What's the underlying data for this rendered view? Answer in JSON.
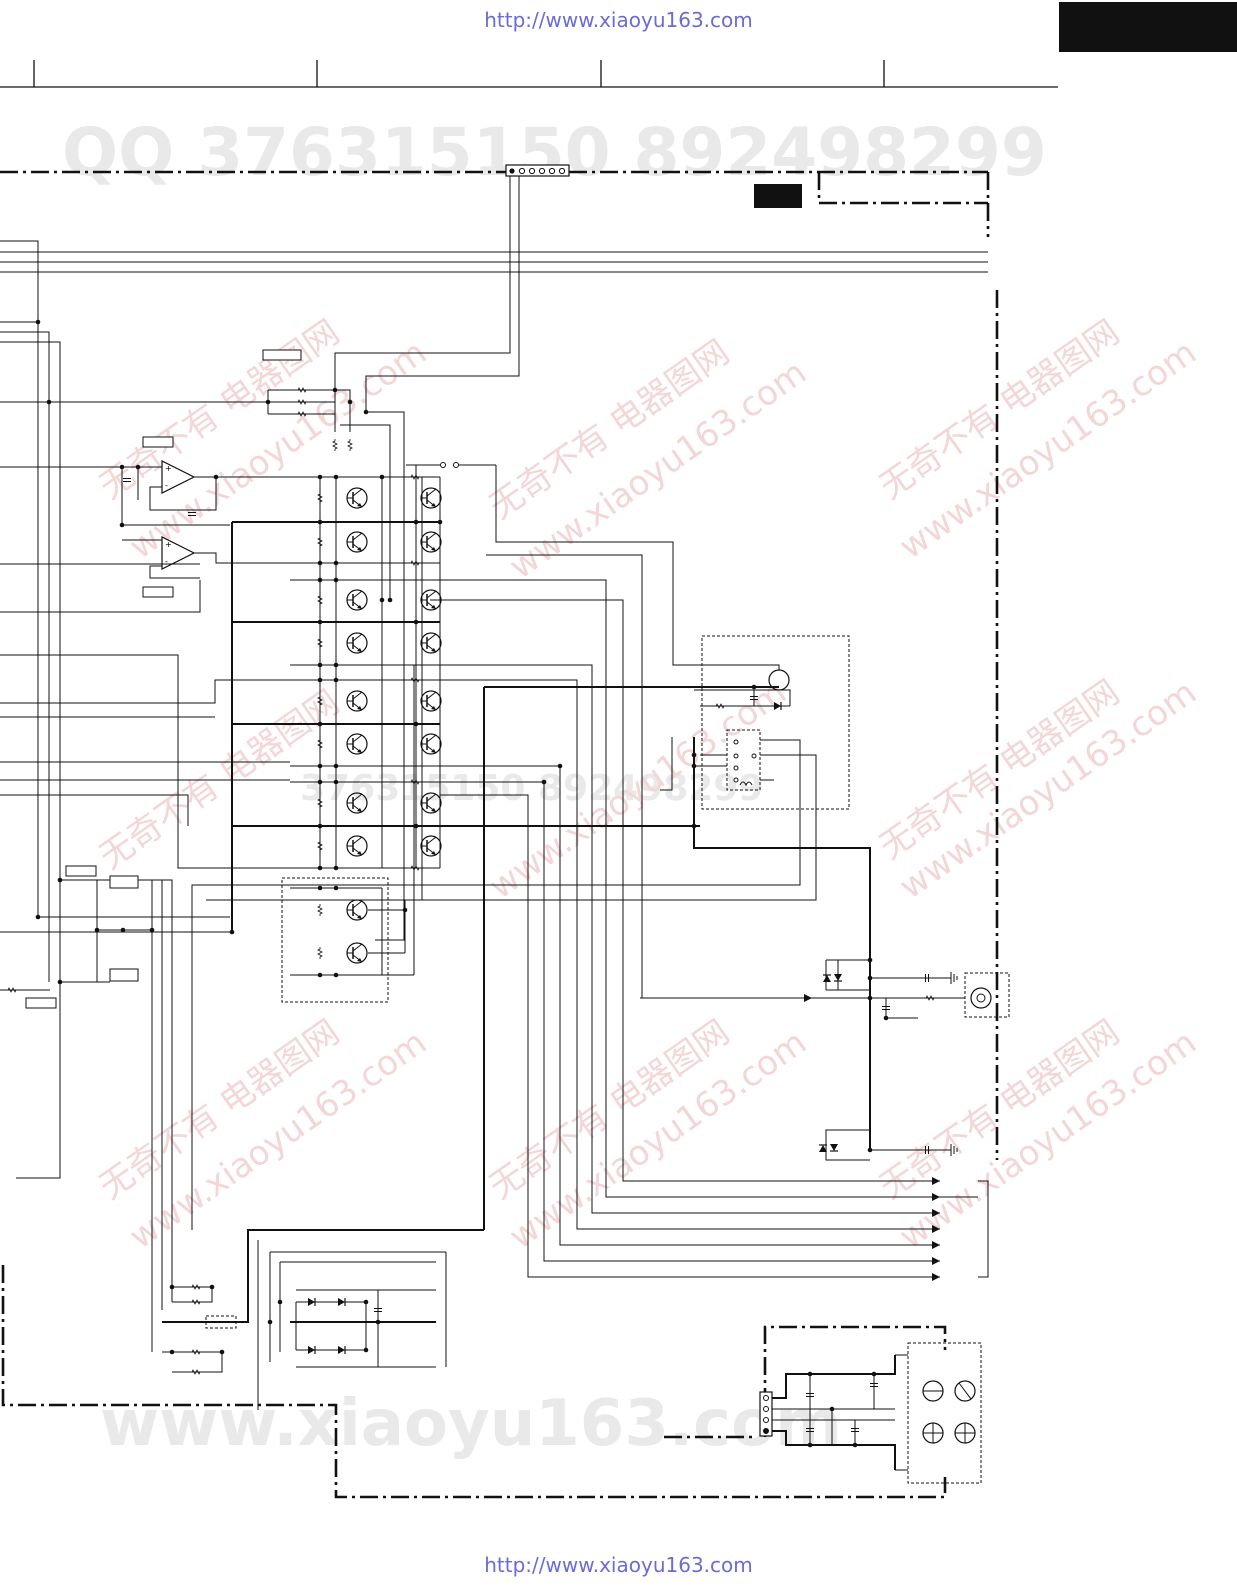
{
  "header": {
    "source_url_top": "http://www.xiaoyu163.com",
    "source_url_bottom": "http://www.xiaoyu163.com"
  },
  "watermarks": {
    "qq_line": "QQ 376315150   892498299",
    "mid_line": "376315150   892498299",
    "site_bottom": "www.xiaoyu163.com",
    "diag_cn": "无奇不有 电器图网",
    "diag_site": "www.xiaoyu163.com"
  },
  "colors": {
    "url_blue": "#6b6bd6",
    "line": "#111111",
    "watermark_gray": "#e9e9e9",
    "watermark_red": "#f3d6d6"
  },
  "icons": [
    "connector-6pin-icon",
    "op-amp-icon",
    "transistor-icon",
    "diode-icon",
    "relay-switch-icon",
    "jack-icon",
    "ground-icon",
    "arrow-right-icon",
    "terminal-block-icon"
  ]
}
